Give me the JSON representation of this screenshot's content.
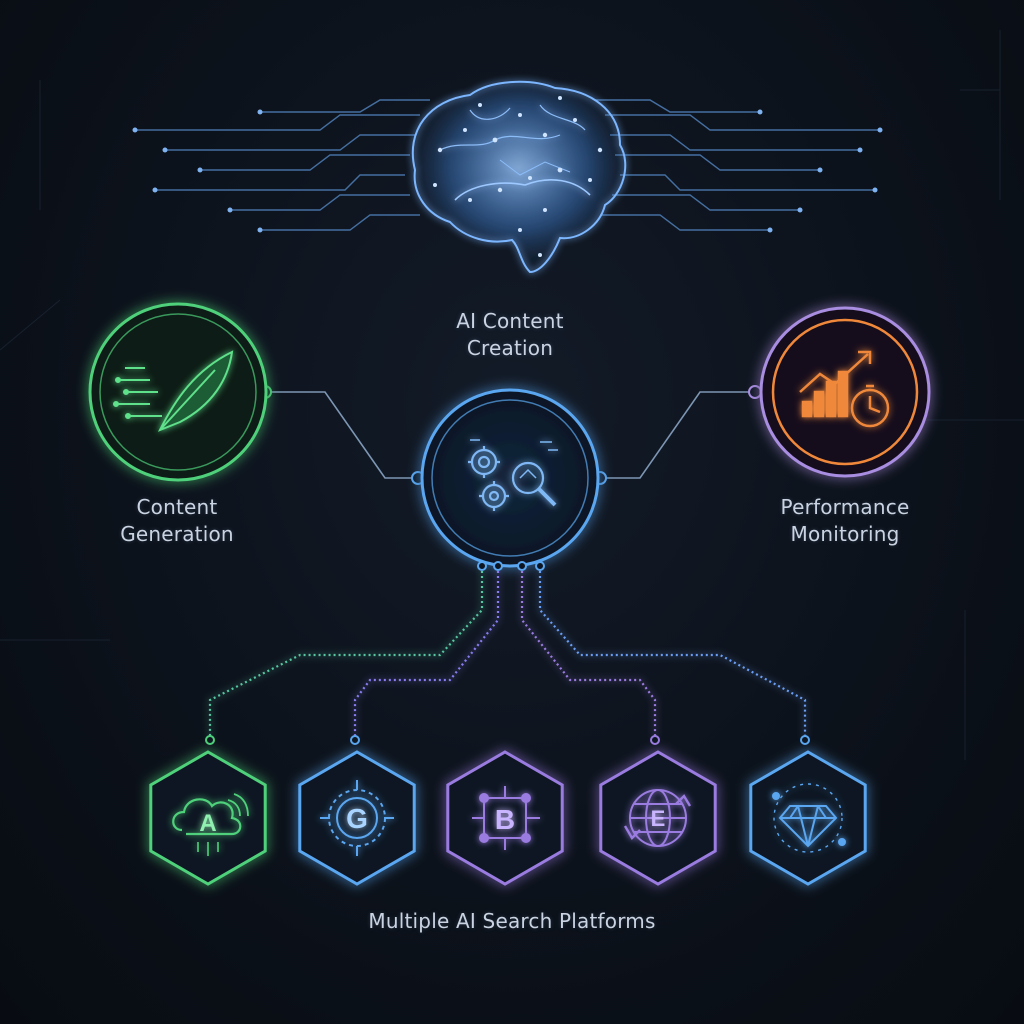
{
  "center": {
    "title_line1": "AI Content",
    "title_line2": "Creation"
  },
  "left_node": {
    "line1": "Content",
    "line2": "Generation",
    "icon": "feather-quill-icon",
    "color": "#4fd07a"
  },
  "right_node": {
    "line1": "Performance",
    "line2": "Monitoring",
    "icon": "chart-stopwatch-icon",
    "color": "#f0883a",
    "ring": "#a88de0"
  },
  "hub": {
    "icon": "gears-magnifier-icon",
    "color": "#5aa6f0"
  },
  "brain": {
    "icon": "neural-brain-icon",
    "color": "#6aa9f5"
  },
  "platforms": {
    "caption": "Multiple AI Search Platforms",
    "items": [
      {
        "letter": "A",
        "icon": "cloud-icon",
        "color": "#4fd07a"
      },
      {
        "letter": "G",
        "icon": "gear-g-icon",
        "color": "#5aa6f0"
      },
      {
        "letter": "B",
        "icon": "network-b-icon",
        "color": "#9a7ce0"
      },
      {
        "letter": "E",
        "icon": "globe-e-icon",
        "color": "#9a7ce0"
      },
      {
        "letter": "",
        "icon": "diamond-icon",
        "color": "#5aa6f0"
      }
    ]
  }
}
